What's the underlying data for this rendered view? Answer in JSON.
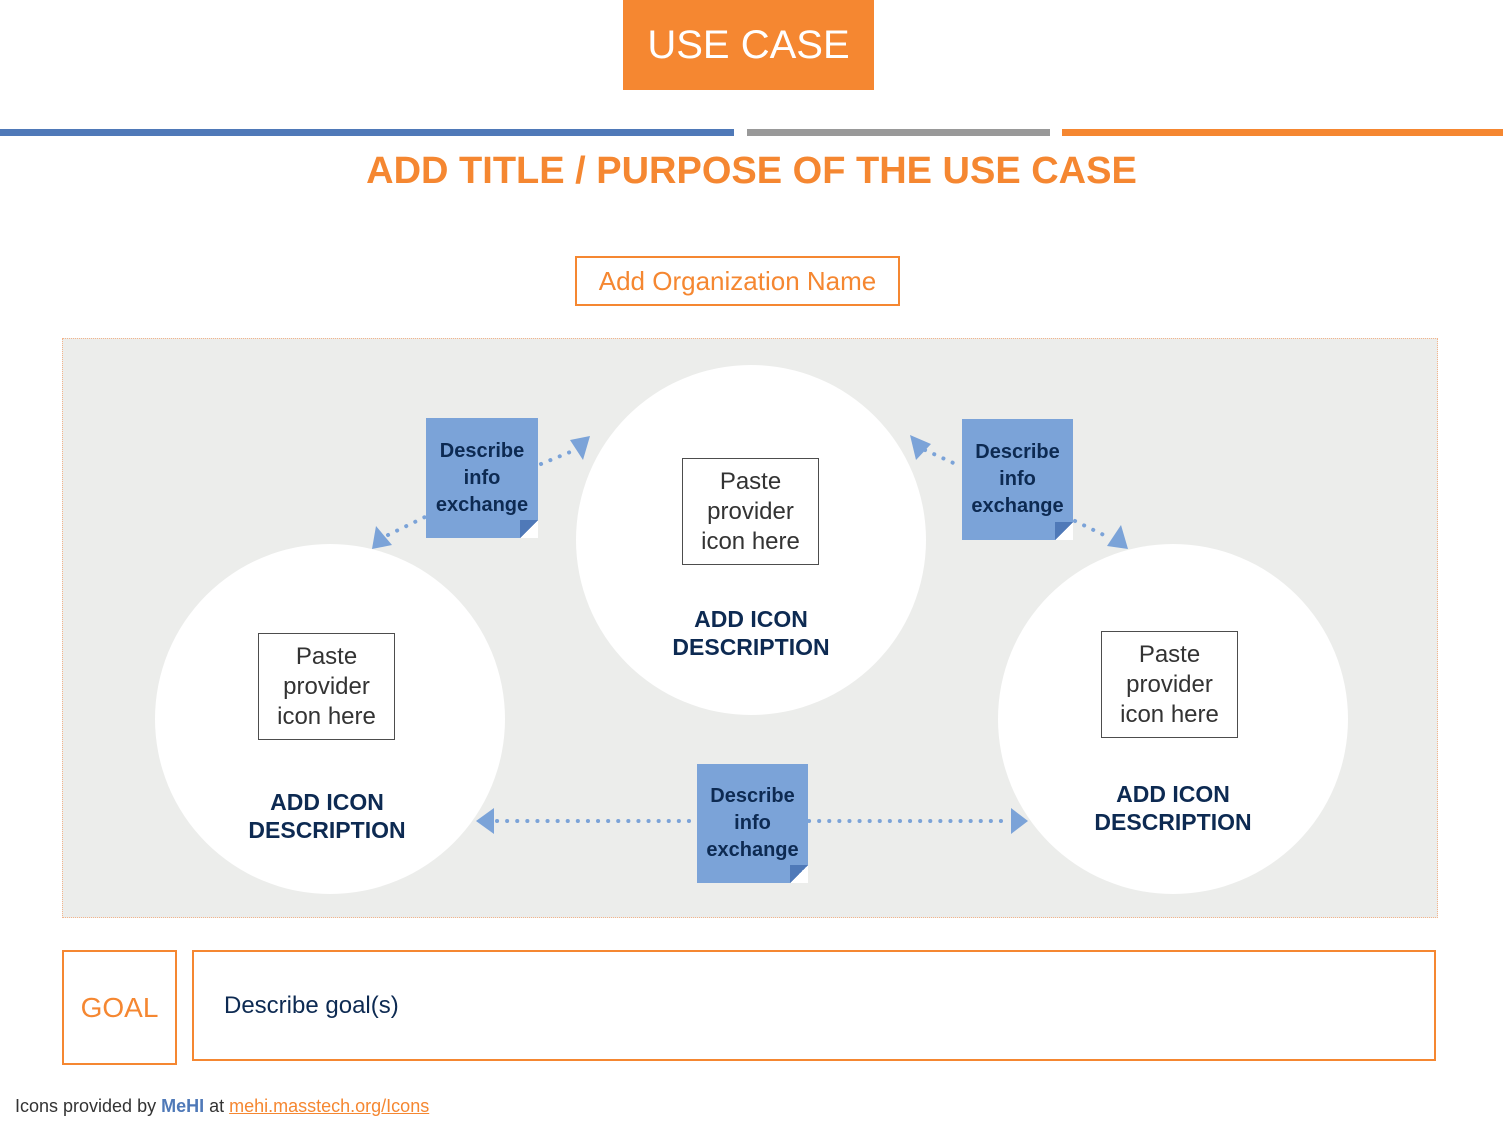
{
  "header": {
    "badge_label": "USE CASE"
  },
  "title": "ADD TITLE / PURPOSE OF THE USE CASE",
  "organization": "Add Organization Name",
  "nodes": [
    {
      "paste_lines": [
        "Paste",
        "provider",
        "icon here"
      ],
      "desc_lines": [
        "ADD ICON",
        "DESCRIPTION"
      ]
    },
    {
      "paste_lines": [
        "Paste",
        "provider",
        "icon here"
      ],
      "desc_lines": [
        "ADD ICON",
        "DESCRIPTION"
      ]
    },
    {
      "paste_lines": [
        "Paste",
        "provider",
        "icon here"
      ],
      "desc_lines": [
        "ADD ICON",
        "DESCRIPTION"
      ]
    }
  ],
  "exchanges": [
    {
      "lines": [
        "Describe",
        "info",
        "exchange"
      ]
    },
    {
      "lines": [
        "Describe",
        "info",
        "exchange"
      ]
    },
    {
      "lines": [
        "Describe",
        "info",
        "exchange"
      ]
    }
  ],
  "goal": {
    "label": "GOAL",
    "text": "Describe goal(s)"
  },
  "footer": {
    "prefix": "Icons provided by ",
    "brand": "MeHI",
    "middle": " at ",
    "link": "mehi.masstech.org/Icons"
  },
  "colors": {
    "accent_orange": "#f58731",
    "accent_blue": "#4f79b8",
    "stripe_gray": "#999999",
    "note_blue": "#7ba3d8",
    "navy_text": "#0d2a52",
    "panel_bg": "#ecedeb"
  }
}
